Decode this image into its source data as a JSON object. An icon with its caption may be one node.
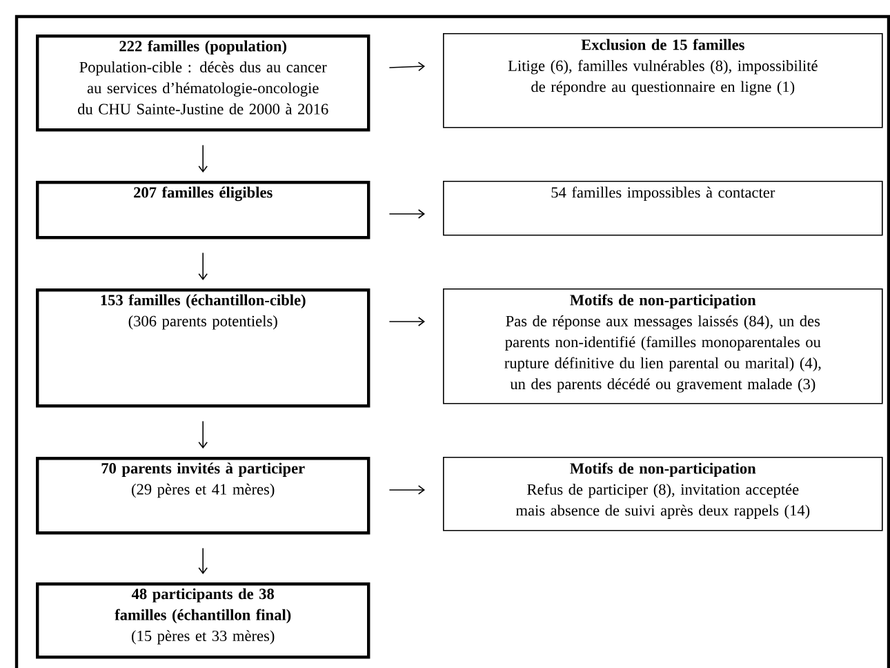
{
  "diagram": {
    "nodes": [
      {
        "text": [
          "222 familles (population)",
          "Population-cible : décès dus au cancer au services d’hématologie-oncologie du CHU Sainte-Justine de 2000 à 2016"
        ]
      },
      {
        "text": [
          "207 familles éligibles"
        ]
      },
      {
        "text": [
          "153 familles (échantillon-cible)",
          "(306 parents potentiels)"
        ]
      },
      {
        "text": [
          "70 parents invités à participer",
          "(29 pères et 41 mères)"
        ]
      },
      {
        "text": [
          "48 participants de 38 familles (échantillon final)",
          "(15 pères et 33 mères)"
        ]
      },
      {
        "text": [
          "Exclusion de 15 familles",
          "Litige (6), familles vulnérables (8), impossibilité de répondre au questionnaire en ligne (1)"
        ]
      },
      {
        "text": [
          "54 familles impossibles à contacter"
        ]
      },
      {
        "text": [
          "Motifs de non-participation",
          "Pas de réponse aux messages laissés (84), un des parents non-identifié (familles monoparentales ou rupture définitive du lien parental ou marital) (4), un des parents décédé ou gravement malade (3)"
        ]
      },
      {
        "text": [
          "Motifs de non-participation",
          "Refus de participer (8), invitation acceptée mais absence de suivi après deux rappels (14)"
        ]
      }
    ],
    "edges": [
      {
        "from": 0,
        "to": 1,
        "arrow": "to"
      },
      {
        "from": 1,
        "to": 2,
        "arrow": "to"
      },
      {
        "from": 2,
        "to": 3,
        "arrow": "to"
      },
      {
        "from": 3,
        "to": 4,
        "arrow": "to"
      },
      {
        "from": 0,
        "to": 5,
        "arrow": "to"
      },
      {
        "from": 1,
        "to": 6,
        "arrow": "to"
      },
      {
        "from": 2,
        "to": 7,
        "arrow": "to"
      },
      {
        "from": 3,
        "to": 8,
        "arrow": "to"
      }
    ]
  }
}
